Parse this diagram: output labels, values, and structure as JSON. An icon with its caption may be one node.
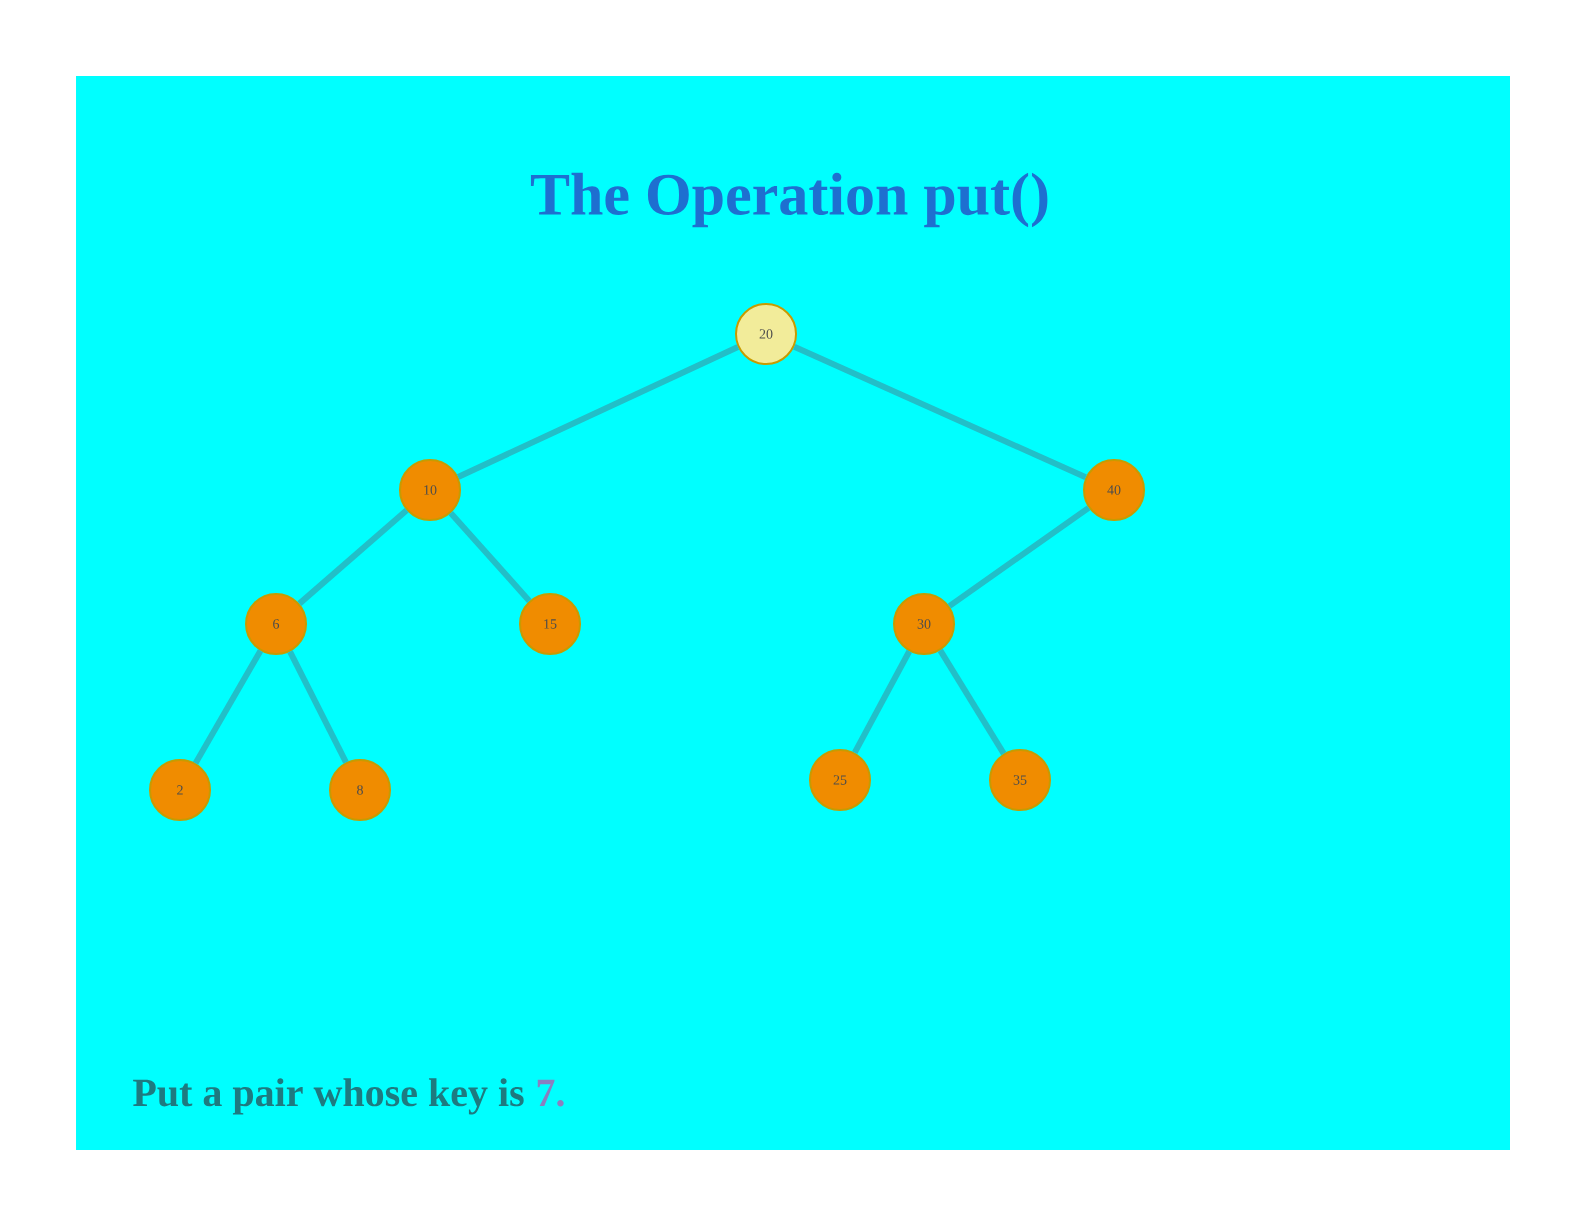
{
  "diagram": {
    "title": "The Operation put()",
    "nodes": [
      {
        "text": [
          "20"
        ]
      },
      {
        "text": [
          "10"
        ]
      },
      {
        "text": [
          "40"
        ]
      },
      {
        "text": [
          "6"
        ]
      },
      {
        "text": [
          "15"
        ]
      },
      {
        "text": [
          "30"
        ]
      },
      {
        "text": [
          "2"
        ]
      },
      {
        "text": [
          "8"
        ]
      },
      {
        "text": [
          "25"
        ]
      },
      {
        "text": [
          "35"
        ]
      }
    ],
    "edges": [
      {
        "from": 0,
        "to": 1,
        "arrow": "none"
      },
      {
        "from": 0,
        "to": 2,
        "arrow": "none"
      },
      {
        "from": 1,
        "to": 3,
        "arrow": "none"
      },
      {
        "from": 1,
        "to": 4,
        "arrow": "none"
      },
      {
        "from": 2,
        "to": 5,
        "arrow": "none"
      },
      {
        "from": 3,
        "to": 6,
        "arrow": "none"
      },
      {
        "from": 3,
        "to": 7,
        "arrow": "none"
      },
      {
        "from": 5,
        "to": 8,
        "arrow": "none"
      },
      {
        "from": 5,
        "to": 9,
        "arrow": "none"
      }
    ],
    "labels": [
      "Put a pair whose key is",
      "7."
    ]
  }
}
